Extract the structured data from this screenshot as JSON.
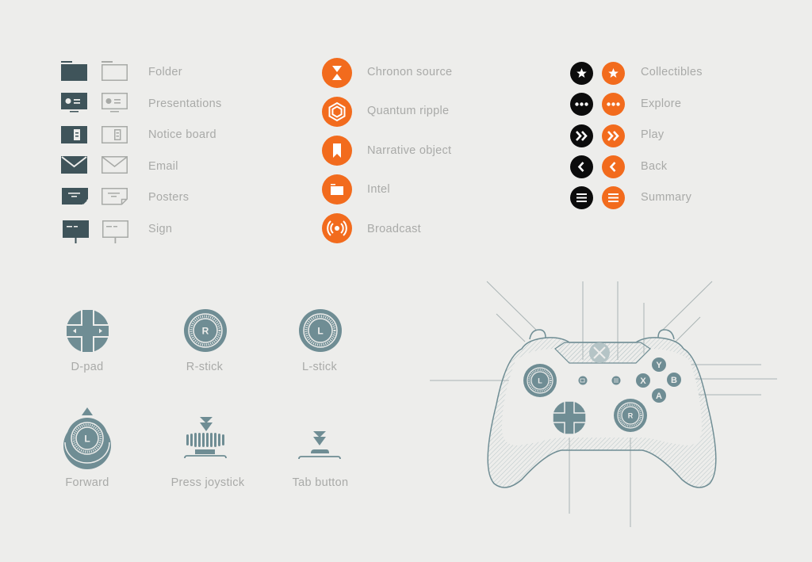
{
  "colors": {
    "background": "#ededeb",
    "dark_slate": "#3f545a",
    "outline_gray": "#a8aaa7",
    "orange": "#f26b1d",
    "black": "#0c0c0c",
    "teal_gray": "#6f8d94",
    "label": "#a9aaa8"
  },
  "object_icons": [
    {
      "label": "Folder",
      "icon": "folder-icon"
    },
    {
      "label": "Presentations",
      "icon": "presentation-icon"
    },
    {
      "label": "Notice board",
      "icon": "notice-board-icon"
    },
    {
      "label": "Email",
      "icon": "envelope-icon"
    },
    {
      "label": "Posters",
      "icon": "poster-icon"
    },
    {
      "label": "Sign",
      "icon": "sign-icon"
    }
  ],
  "orange_icons": [
    {
      "label": "Chronon source",
      "icon": "hourglass-icon"
    },
    {
      "label": "Quantum ripple",
      "icon": "hexagon-icon"
    },
    {
      "label": "Narrative object",
      "icon": "bookmark-icon"
    },
    {
      "label": "Intel",
      "icon": "folder-icon"
    },
    {
      "label": "Broadcast",
      "icon": "broadcast-icon"
    }
  ],
  "action_icons": [
    {
      "label": "Collectibles",
      "icon": "star-icon"
    },
    {
      "label": "Explore",
      "icon": "ellipsis-icon"
    },
    {
      "label": "Play",
      "icon": "double-chevron-right-icon"
    },
    {
      "label": "Back",
      "icon": "chevron-left-icon"
    },
    {
      "label": "Summary",
      "icon": "hamburger-icon"
    }
  ],
  "controls": [
    {
      "label": "D-pad",
      "icon": "dpad-icon"
    },
    {
      "label": "R-stick",
      "icon": "right-stick-icon",
      "letter": "R"
    },
    {
      "label": "L-stick",
      "icon": "left-stick-icon",
      "letter": "L"
    },
    {
      "label": "Forward",
      "icon": "stick-forward-icon",
      "letter": "L"
    },
    {
      "label": "Press joystick",
      "icon": "press-joystick-icon"
    },
    {
      "label": "Tab button",
      "icon": "tab-button-icon"
    }
  ],
  "controller": {
    "left_stick": "L",
    "right_stick": "R",
    "face_buttons": [
      "Y",
      "B",
      "X",
      "A"
    ]
  }
}
